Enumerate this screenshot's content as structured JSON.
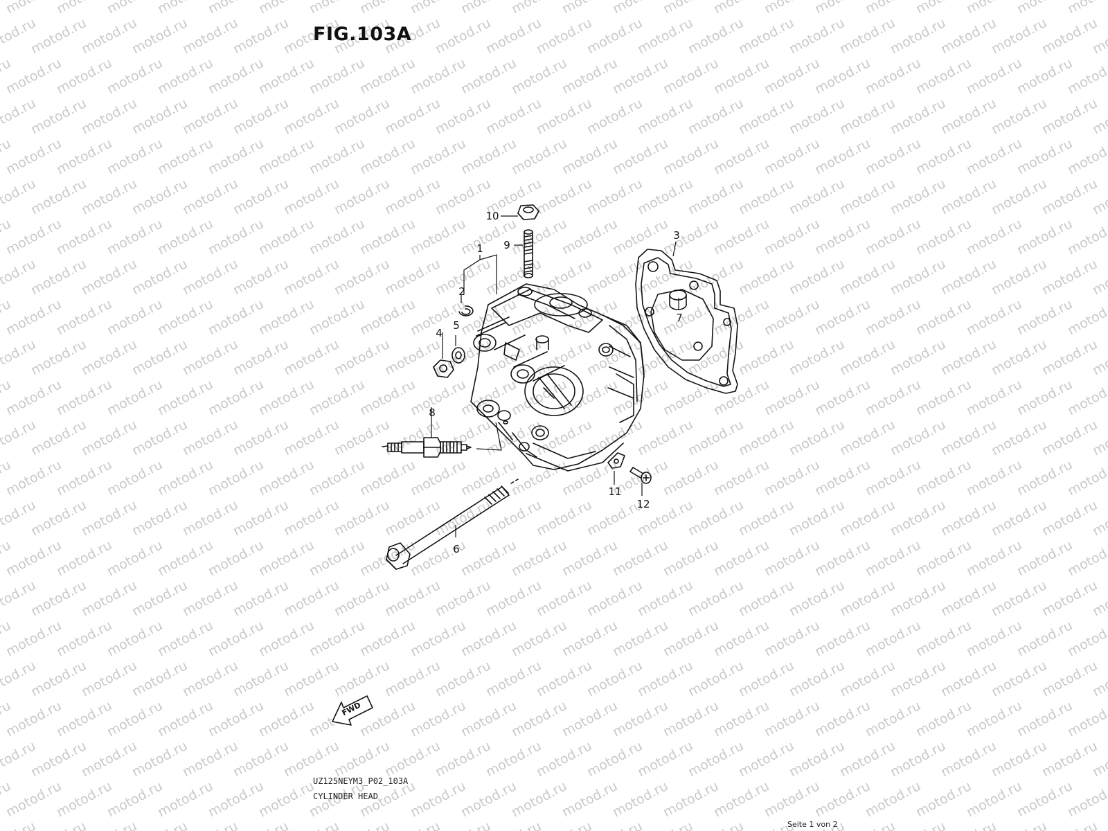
{
  "figure": {
    "title": "FIG.103A",
    "code": "UZ125NEYM3_P02_103A",
    "name": "CYLINDER HEAD"
  },
  "direction_arrow": {
    "label": "FWD",
    "icon": "fwd-arrow-icon"
  },
  "watermark": {
    "text": "motod.ru",
    "color": "#c9c9c9"
  },
  "page_info": "Seite 1 von 2",
  "parts": [
    {
      "number": "1",
      "part": "cylinder-head"
    },
    {
      "number": "2",
      "part": "dowel-ring"
    },
    {
      "number": "3",
      "part": "gasket"
    },
    {
      "number": "4",
      "part": "nut"
    },
    {
      "number": "5",
      "part": "washer"
    },
    {
      "number": "6",
      "part": "bolt"
    },
    {
      "number": "7",
      "part": "dowel-pin"
    },
    {
      "number": "8",
      "part": "spark-plug"
    },
    {
      "number": "9",
      "part": "stud"
    },
    {
      "number": "10",
      "part": "nut"
    },
    {
      "number": "11",
      "part": "plate"
    },
    {
      "number": "12",
      "part": "screw"
    }
  ]
}
